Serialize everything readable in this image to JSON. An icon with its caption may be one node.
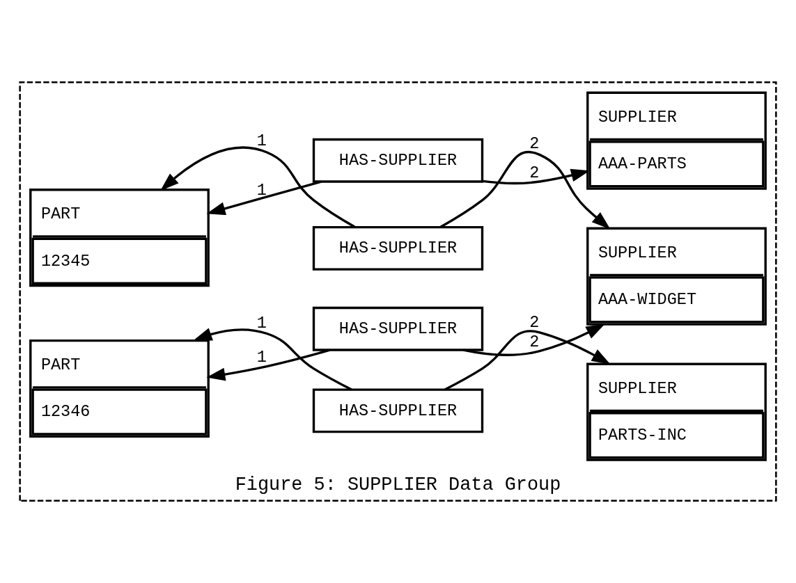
{
  "diagram": {
    "nodes": [
      {
        "text": [
          "Figure 5: SUPPLIER Data Group"
        ]
      },
      {
        "text": [
          "PART",
          "12345"
        ],
        "in": 0
      },
      {
        "text": [
          "HAS-SUPPLIER"
        ],
        "in": 0
      },
      {
        "text": [
          "SUPPLIER",
          "AAA-PARTS"
        ],
        "in": 0
      },
      {
        "text": [
          "HAS-SUPPLIER"
        ],
        "in": 0
      },
      {
        "text": [
          "SUPPLIER",
          "AAA-WIDGET"
        ],
        "in": 0
      },
      {
        "text": [
          "HAS-SUPPLIER"
        ],
        "in": 0
      },
      {
        "text": [
          "PART",
          "12346"
        ],
        "in": 0
      },
      {
        "text": [
          "HAS-SUPPLIER"
        ],
        "in": 0
      },
      {
        "text": [
          "SUPPLIER",
          "PARTS-INC"
        ],
        "in": 0
      }
    ],
    "edges": [
      {
        "from": 2,
        "to": 1,
        "arrow": "to",
        "label": "1"
      },
      {
        "from": 2,
        "to": 3,
        "arrow": "to",
        "label": "2"
      },
      {
        "from": 4,
        "to": 1,
        "arrow": "to",
        "label": "1"
      },
      {
        "from": 4,
        "to": 5,
        "arrow": "to",
        "label": "2"
      },
      {
        "from": 6,
        "to": 5,
        "arrow": "to",
        "label": "2"
      },
      {
        "from": 6,
        "to": 7,
        "arrow": "to",
        "label": "1"
      },
      {
        "from": 8,
        "to": 7,
        "arrow": "to",
        "label": "1"
      },
      {
        "from": 8,
        "to": 9,
        "arrow": "to",
        "label": "2"
      }
    ]
  }
}
